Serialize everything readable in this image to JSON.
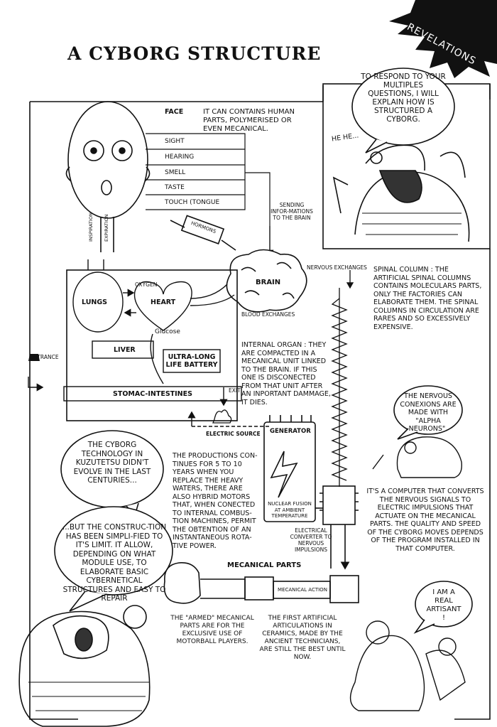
{
  "header": {
    "title": "A CYBORG STRUCTURE",
    "badge": "REVELATIONS"
  },
  "intro_bubble": {
    "text": "TO RESPOND TO YOUR MULTIPLES QUESTIONS, I WILL EXPLAIN HOW IS STRUCTURED A CYBORG.",
    "laugh": "HE HE..."
  },
  "face": {
    "label": "FACE",
    "description": "IT CAN CONTAINS HUMAN PARTS, POLYMERISED OR EVEN MECANICAL.",
    "senses": [
      "SIGHT",
      "HEARING",
      "SMELL",
      "TASTE",
      "TOUCH (TONGUE"
    ],
    "sending_note": "SENDING INFOR-MATIONS TO THE BRAIN",
    "inspiration": "INSPIRATION",
    "expiration": "EXPIRATION"
  },
  "hormons": "HORMONS",
  "brain": {
    "label": "BRAIN",
    "nervous_exchanges": "NERVOUS EXCHANGES",
    "blood_exchanges": "BLOOD EXCHANGES"
  },
  "organs": {
    "oxygen": "OXYGEN",
    "lungs": "LUNGS",
    "heart": "HEART",
    "glucose": "Glucose",
    "liver": "LIVER",
    "battery": "ULTRA-LONG LIFE BATTERY",
    "stomach": "STOMAC-INTESTINES",
    "entrance": "ENTRANCE",
    "exit": "EXIT"
  },
  "spinal_column": {
    "text": "SPINAL COLUMN : THE ARTIFICIAL SPINAL COLUMNS CONTAINS MOLECULARS PARTS, ONLY THE FACTORIES CAN ELABORATE THEM. THE SPINAL COLUMNS IN CIRCULATION ARE RARES AND SO EXCESSIVELY EXPENSIVE."
  },
  "internal_organ": {
    "text": "INTERNAL ORGAN : THEY ARE COMPACTED IN A MECANICAL UNIT LINKED TO THE BRAIN. IF THIS ONE IS DISCONECTED FROM THAT UNIT AFTER AN INPORTANT DAMMAGE, IT DIES."
  },
  "electric_source": "ELECTRIC SOURCE",
  "generator": {
    "label": "GENERATOR",
    "fusion": "NUCLEAR FUSION AT AMBIENT TEMPERATURE"
  },
  "productions": {
    "text": "THE PRODUCTIONS CON-TINUES FOR 5 TO 10 YEARS WHEN YOU REPLACE THE HEAVY WATERS, THERE ARE ALSO HYBRID MOTORS THAT, WHEN CONECTED TO INTERNAL COMBUS-TION MACHINES, PERMIT THE OBTENTION OF AN INSTANTANEOUS ROTA-TIVE POWER."
  },
  "nervous_conexions": "THE NERVOUS CONEXIONS ARE MADE WITH \"ALPHA NEURONS\".",
  "converter": {
    "label": "ELECTRICAL CONVERTER TO NERVOUS IMPULSIONS",
    "text": "IT'S A COMPUTER THAT CONVERTS THE NERVOUS SIGNALS TO ELECTRIC IMPULSIONS THAT ACTUATE ON THE MECANICAL PARTS. THE QUALITY AND SPEED OF THE CYBORG MOVES DEPENDS OF THE PROGRAM INSTALLED IN THAT COMPUTER."
  },
  "technology_bubble": {
    "part1": "THE CYBORG TECHNOLOGY IN KUZUTETSU DIDN'T EVOLVE IN THE LAST CENTURIES...",
    "part2": "...BUT THE CONSTRUC-TION HAS BEEN SIMPLI-FIED TO IT'S LIMIT. IT ALLOW, DEPENDING ON WHAT MODULE USE, TO ELABORATE BASIC CYBERNETICAL STRUCTURES AND EASY TO REPAIR"
  },
  "mecanical": {
    "label": "MECANICAL PARTS",
    "action": "MECANICAL ACTION",
    "armed": "THE \"ARMED\" MECANICAL PARTS ARE FOR THE EXCLUSIVE USE OF MOTORBALL PLAYERS.",
    "articulations": "THE FIRST ARTIFICIAL ARTICULATIONS IN CERAMICS, MADE BY THE ANCIENT TECHNICIANS, ARE STILL THE BEST UNTIL NOW."
  },
  "artisant_bubble": "I AM A REAL ARTISANT !"
}
